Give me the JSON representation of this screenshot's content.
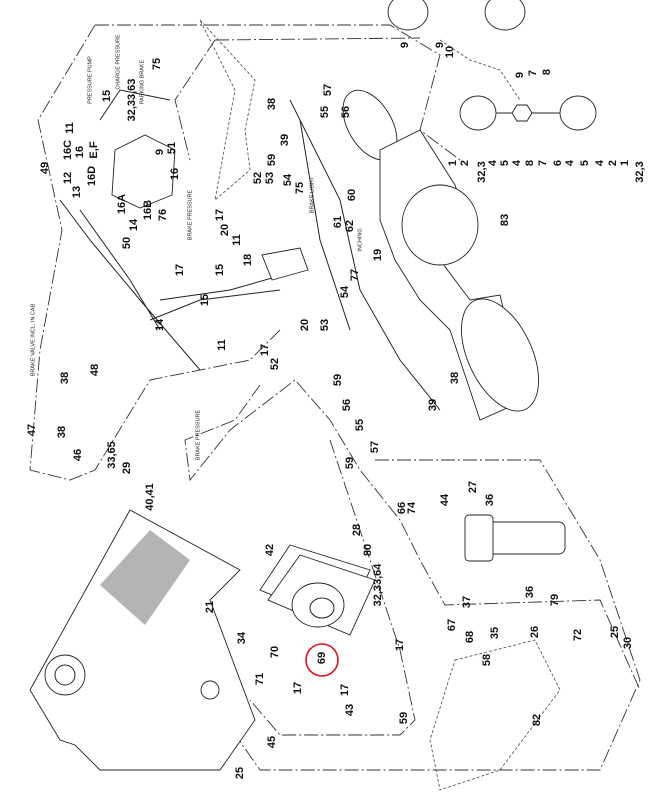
{
  "diagram": {
    "callouts": [
      "PRESSURE PUMP",
      "CHARGE PRESSURE",
      "15",
      "32,33,63",
      "PARKING BRAKE",
      "75",
      "11",
      "16C",
      "16",
      "E,F",
      "49",
      "12",
      "16D",
      "9",
      "51",
      "16",
      "13",
      "16A",
      "14",
      "16B",
      "76",
      "BRAKE PRESSURE",
      "50",
      "38",
      "39",
      "57",
      "55",
      "59",
      "52",
      "53",
      "54",
      "75",
      "BRAKE LIGHT",
      "17",
      "20",
      "11",
      "18",
      "15",
      "17",
      "15",
      "14",
      "11",
      "20",
      "53",
      "17",
      "52",
      "61",
      "62",
      "60",
      "INCHING",
      "56",
      "19",
      "77",
      "54",
      "59",
      "BRAKE VALVE INCL. IN CAB",
      "48",
      "38",
      "9",
      "9",
      "10",
      "9",
      "7",
      "8",
      "1",
      "2",
      "32,3",
      "4",
      "5",
      "4",
      "8",
      "7",
      "6",
      "4",
      "5",
      "4",
      "2",
      "1",
      "32,3",
      "83",
      "38",
      "39",
      "47",
      "38",
      "46",
      "33,65",
      "29",
      "56",
      "55",
      "57",
      "59",
      "BRAKE PRESSURE",
      "27",
      "36",
      "44",
      "66",
      "74",
      "40,41",
      "28",
      "80",
      "42",
      "32,33,64",
      "37",
      "36",
      "79",
      "67",
      "68",
      "35",
      "26",
      "72",
      "58",
      "17",
      "21",
      "34",
      "70",
      "71",
      "69",
      "17",
      "17",
      "43",
      "59",
      "45",
      "25",
      "82",
      "25",
      "30"
    ],
    "highlight_callout": "69",
    "highlight_color": "#e0101a",
    "line_color": "#222222"
  }
}
